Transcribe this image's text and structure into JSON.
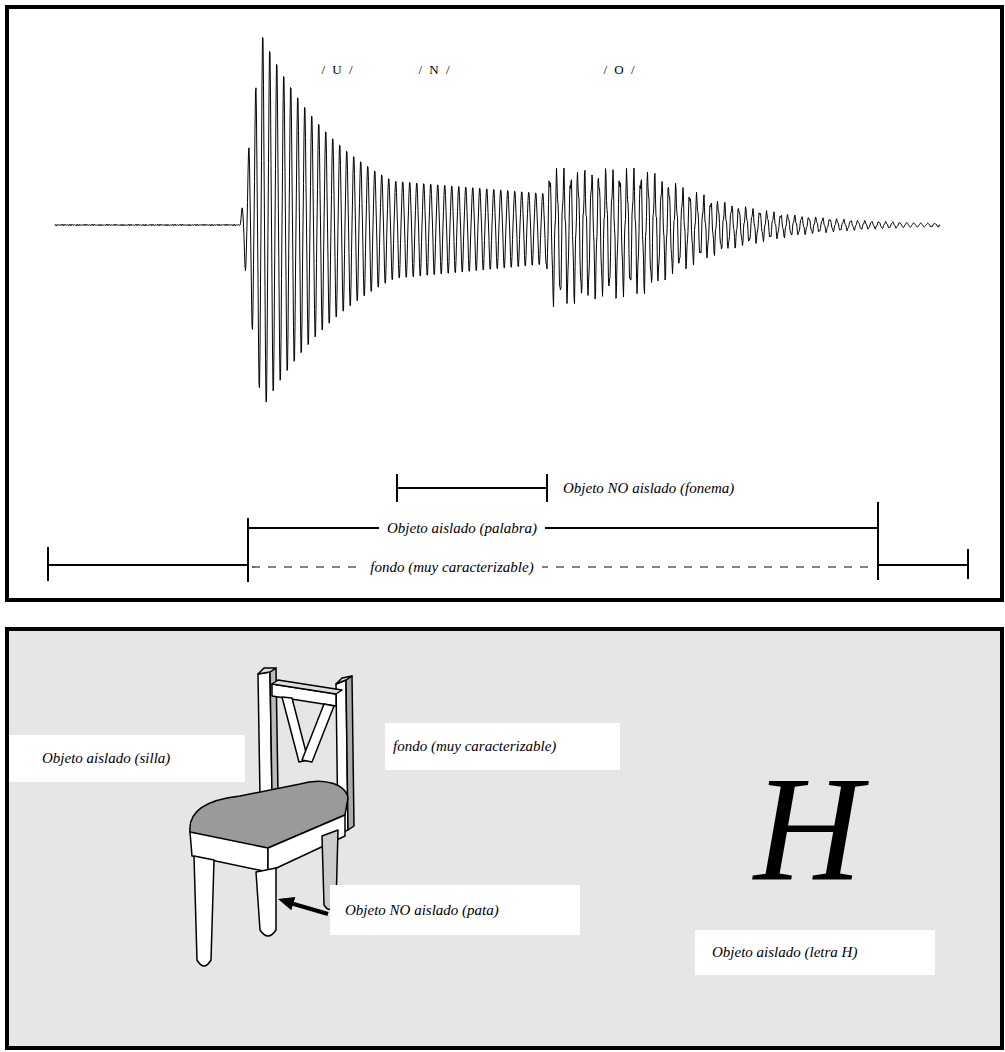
{
  "diagram": {
    "nodes": [
      {
        "text": [
          "Objeto aislado (silla)"
        ]
      },
      {
        "text": [
          "fondo (muy caracterizable)"
        ]
      },
      {
        "text": [
          "Objeto NO aislado (pata)"
        ]
      },
      {
        "text": [
          "Objeto aislado (letra H)"
        ]
      }
    ],
    "labels": [
      "/ U /",
      "/ N /",
      "/ O /",
      "Objeto NO aislado (fonema)",
      "Objeto aislado (palabra)",
      "fondo (muy caracterizable)",
      "H"
    ]
  }
}
